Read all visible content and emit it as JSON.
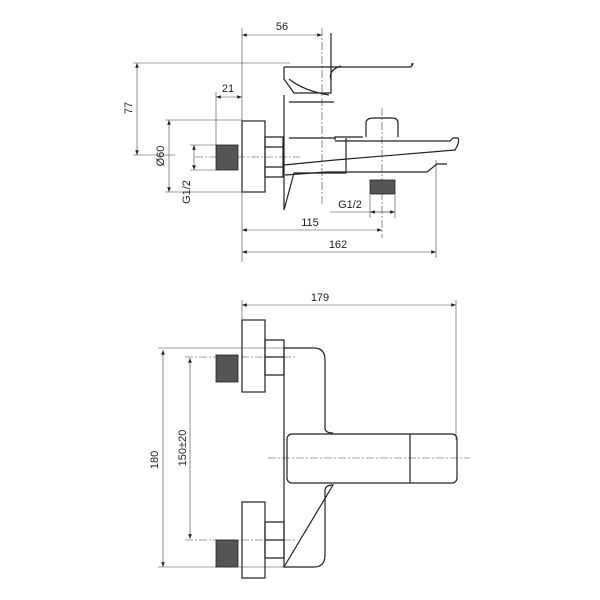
{
  "title": "Bath mixer dimension drawing",
  "side_view": {
    "dims": {
      "handle_offset": "56",
      "height": "77",
      "thread_length": "21",
      "flange_diameter": "Ø60",
      "inlet_thread": "G1/2",
      "outlet_thread": "G1/2",
      "outlet_distance": "115",
      "total_depth": "162"
    }
  },
  "front_view": {
    "dims": {
      "total_width": "179",
      "total_height": "180",
      "inlet_spacing": "150±20"
    }
  }
}
